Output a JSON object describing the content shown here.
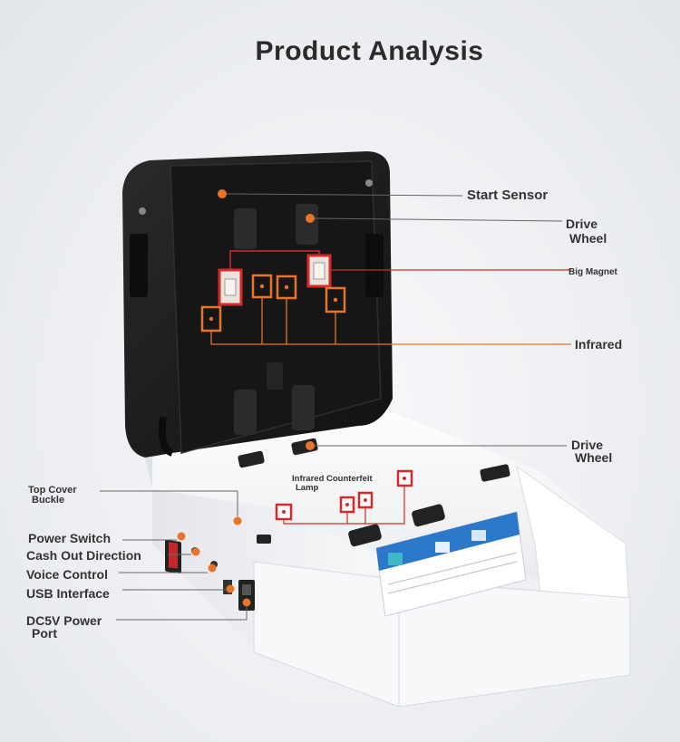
{
  "title": "Product Analysis",
  "labels": {
    "start_sensor": "Start Sensor",
    "drive_wheel_top_1": "Drive",
    "drive_wheel_top_2": "Wheel",
    "big_magnet": "Big Magnet",
    "infrared": "Infrared",
    "drive_wheel_bottom_1": "Drive",
    "drive_wheel_bottom_2": "Wheel",
    "infrared_counterfeit_1": "Infrared Counterfeit",
    "infrared_counterfeit_2": "Lamp",
    "top_cover_1": "Top Cover",
    "top_cover_2": "Buckle",
    "power_switch": "Power Switch",
    "cash_out": "Cash Out Direction",
    "voice_control": "Voice Control",
    "usb_interface": "USB Interface",
    "dc5v_1": "DC5V Power",
    "dc5v_2": "Port"
  },
  "colors": {
    "orange": "#e8732a",
    "red": "#d42a2a",
    "leader": "#666666",
    "lid": "#1c1c1c",
    "base": "#f4f5f7"
  }
}
